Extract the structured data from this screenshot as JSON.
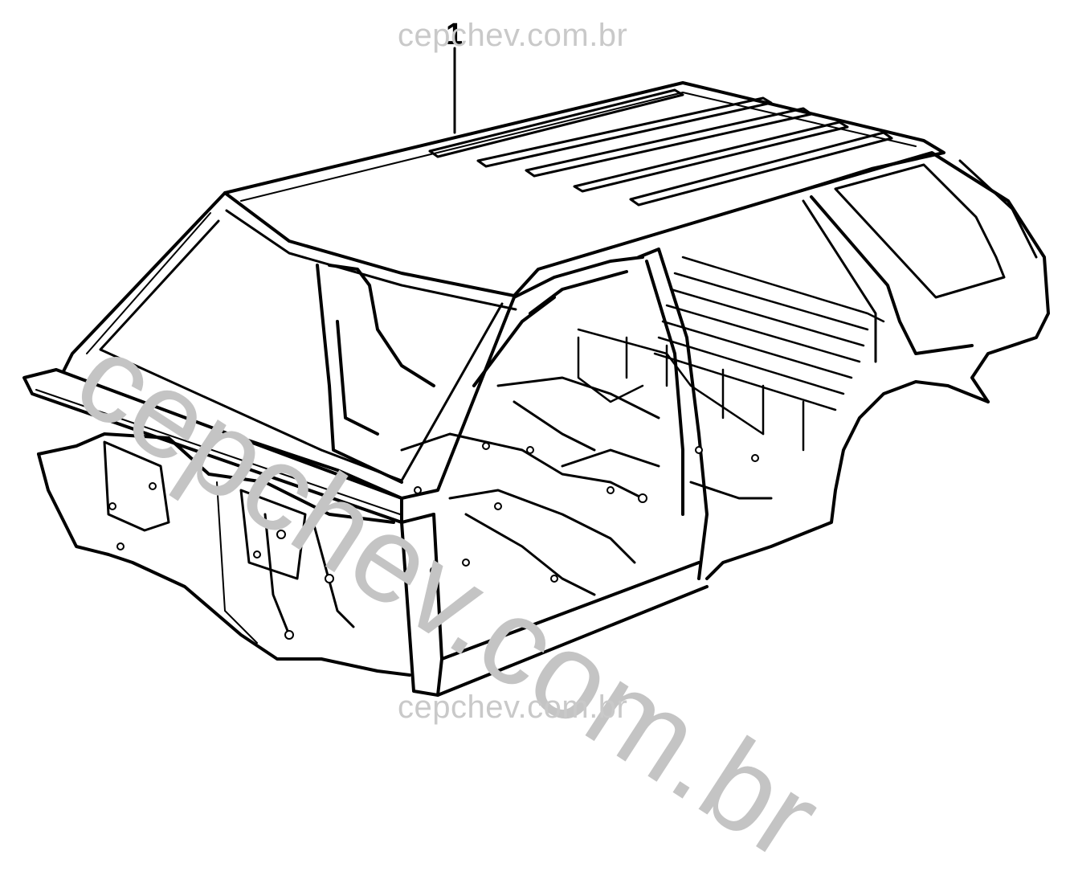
{
  "watermark": {
    "small_top": "cepchev.com.br",
    "small_bottom": "cepchev.com.br",
    "large_diagonal": "cepchev.com.br"
  },
  "diagram": {
    "callouts": [
      {
        "label": "1"
      }
    ]
  }
}
